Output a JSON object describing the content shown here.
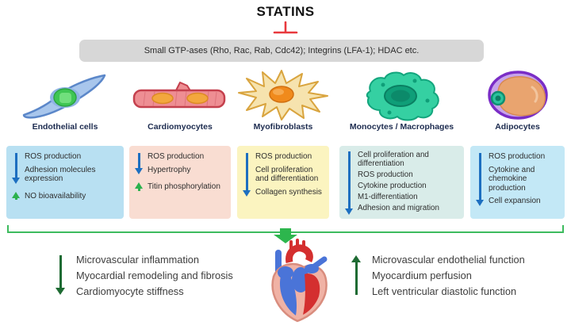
{
  "title": "STATINS",
  "targets_box": {
    "text": "Small GTP-ases (Rho, Rac, Rab, Cdc42); Integrins (LFA-1); HDAC etc."
  },
  "cells": [
    {
      "id": "endothelial-cells",
      "label": "Endothelial cells",
      "box_bg": "#b8e0f2",
      "effects": [
        {
          "direction": "down",
          "items": [
            "ROS production",
            "Adhesion molecules expression"
          ]
        },
        {
          "direction": "up",
          "items": [
            "NO bioavailability"
          ]
        }
      ]
    },
    {
      "id": "cardiomyocytes",
      "label": "Cardiomyocytes",
      "box_bg": "#f9ddd2",
      "effects": [
        {
          "direction": "down",
          "items": [
            "ROS production",
            "Hypertrophy"
          ]
        },
        {
          "direction": "up",
          "items": [
            "Titin phosphorylation"
          ]
        }
      ]
    },
    {
      "id": "myofibroblasts",
      "label": "Myofibroblasts",
      "box_bg": "#fbf4c0",
      "effects": [
        {
          "direction": "down",
          "items": [
            "ROS production",
            "Cell proliferation and differentiation",
            "Collagen synthesis"
          ]
        }
      ]
    },
    {
      "id": "monocytes-macrophages",
      "label": "Monocytes / Macrophages",
      "box_bg": "#d9ece9",
      "effects": [
        {
          "direction": "down",
          "items": [
            "Cell proliferation and differentiation",
            "ROS production",
            "Cytokine production",
            "M1-differentiation",
            "Adhesion and migration"
          ]
        }
      ]
    },
    {
      "id": "adipocytes",
      "label": "Adipocytes",
      "box_bg": "#c3e8f6",
      "effects": [
        {
          "direction": "down",
          "items": [
            "ROS production",
            "Cytokine and chemokine production",
            "Cell expansion"
          ]
        }
      ]
    }
  ],
  "outcomes": {
    "decreased": [
      "Microvascular inflammation",
      "Myocardial remodeling and fibrosis",
      "Cardiomyocyte stiffness"
    ],
    "increased": [
      "Microvascular endothelial function",
      "Myocardium perfusion",
      "Left ventricular diastolic function"
    ]
  },
  "colors": {
    "inhibition_red": "#e8393e",
    "down_arrow_blue": "#1d6fc0",
    "up_arrow_green": "#2cb14e",
    "bracket_green": "#3dbb5e",
    "funnel_arrow_green": "#2db64d",
    "outcome_arrow_green": "#1e6b33",
    "label_navy": "#1c2b4f"
  }
}
